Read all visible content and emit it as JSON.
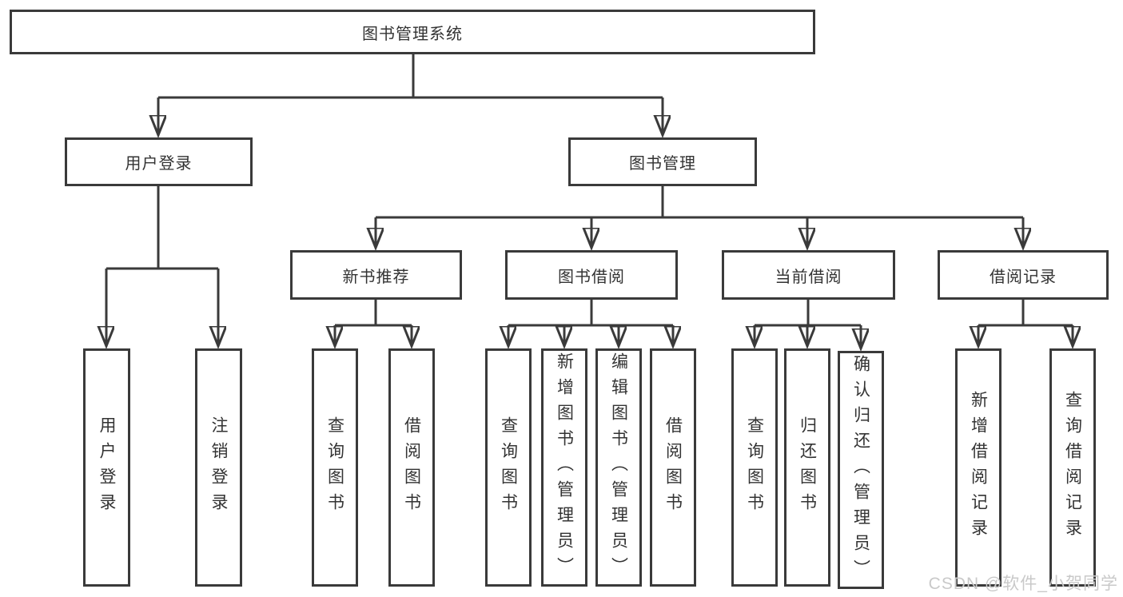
{
  "diagram": {
    "root": {
      "label": "图书管理系统"
    },
    "user_login": {
      "label": "用户登录",
      "children": [
        {
          "label": "用户登录"
        },
        {
          "label": "注销登录"
        }
      ]
    },
    "book_management": {
      "label": "图书管理",
      "sections": [
        {
          "label": "新书推荐",
          "children": [
            {
              "label": "查询图书"
            },
            {
              "label": "借阅图书"
            }
          ]
        },
        {
          "label": "图书借阅",
          "children": [
            {
              "label": "查询图书"
            },
            {
              "label": "新增图书（管理员）"
            },
            {
              "label": "编辑图书（管理员）"
            },
            {
              "label": "借阅图书"
            }
          ]
        },
        {
          "label": "当前借阅",
          "children": [
            {
              "label": "查询图书"
            },
            {
              "label": "归还图书"
            },
            {
              "label": "确认归还（管理员）"
            }
          ]
        },
        {
          "label": "借阅记录",
          "children": [
            {
              "label": "新增借阅记录"
            },
            {
              "label": "查询借阅记录"
            }
          ]
        }
      ]
    }
  },
  "watermark": {
    "text": "CSDN @软件_小贺同学",
    "color": "#c9c9c9"
  },
  "colors": {
    "line": "#3a3a3a",
    "box_border": "#3a3a3a",
    "text": "#333333",
    "background": "#ffffff"
  }
}
